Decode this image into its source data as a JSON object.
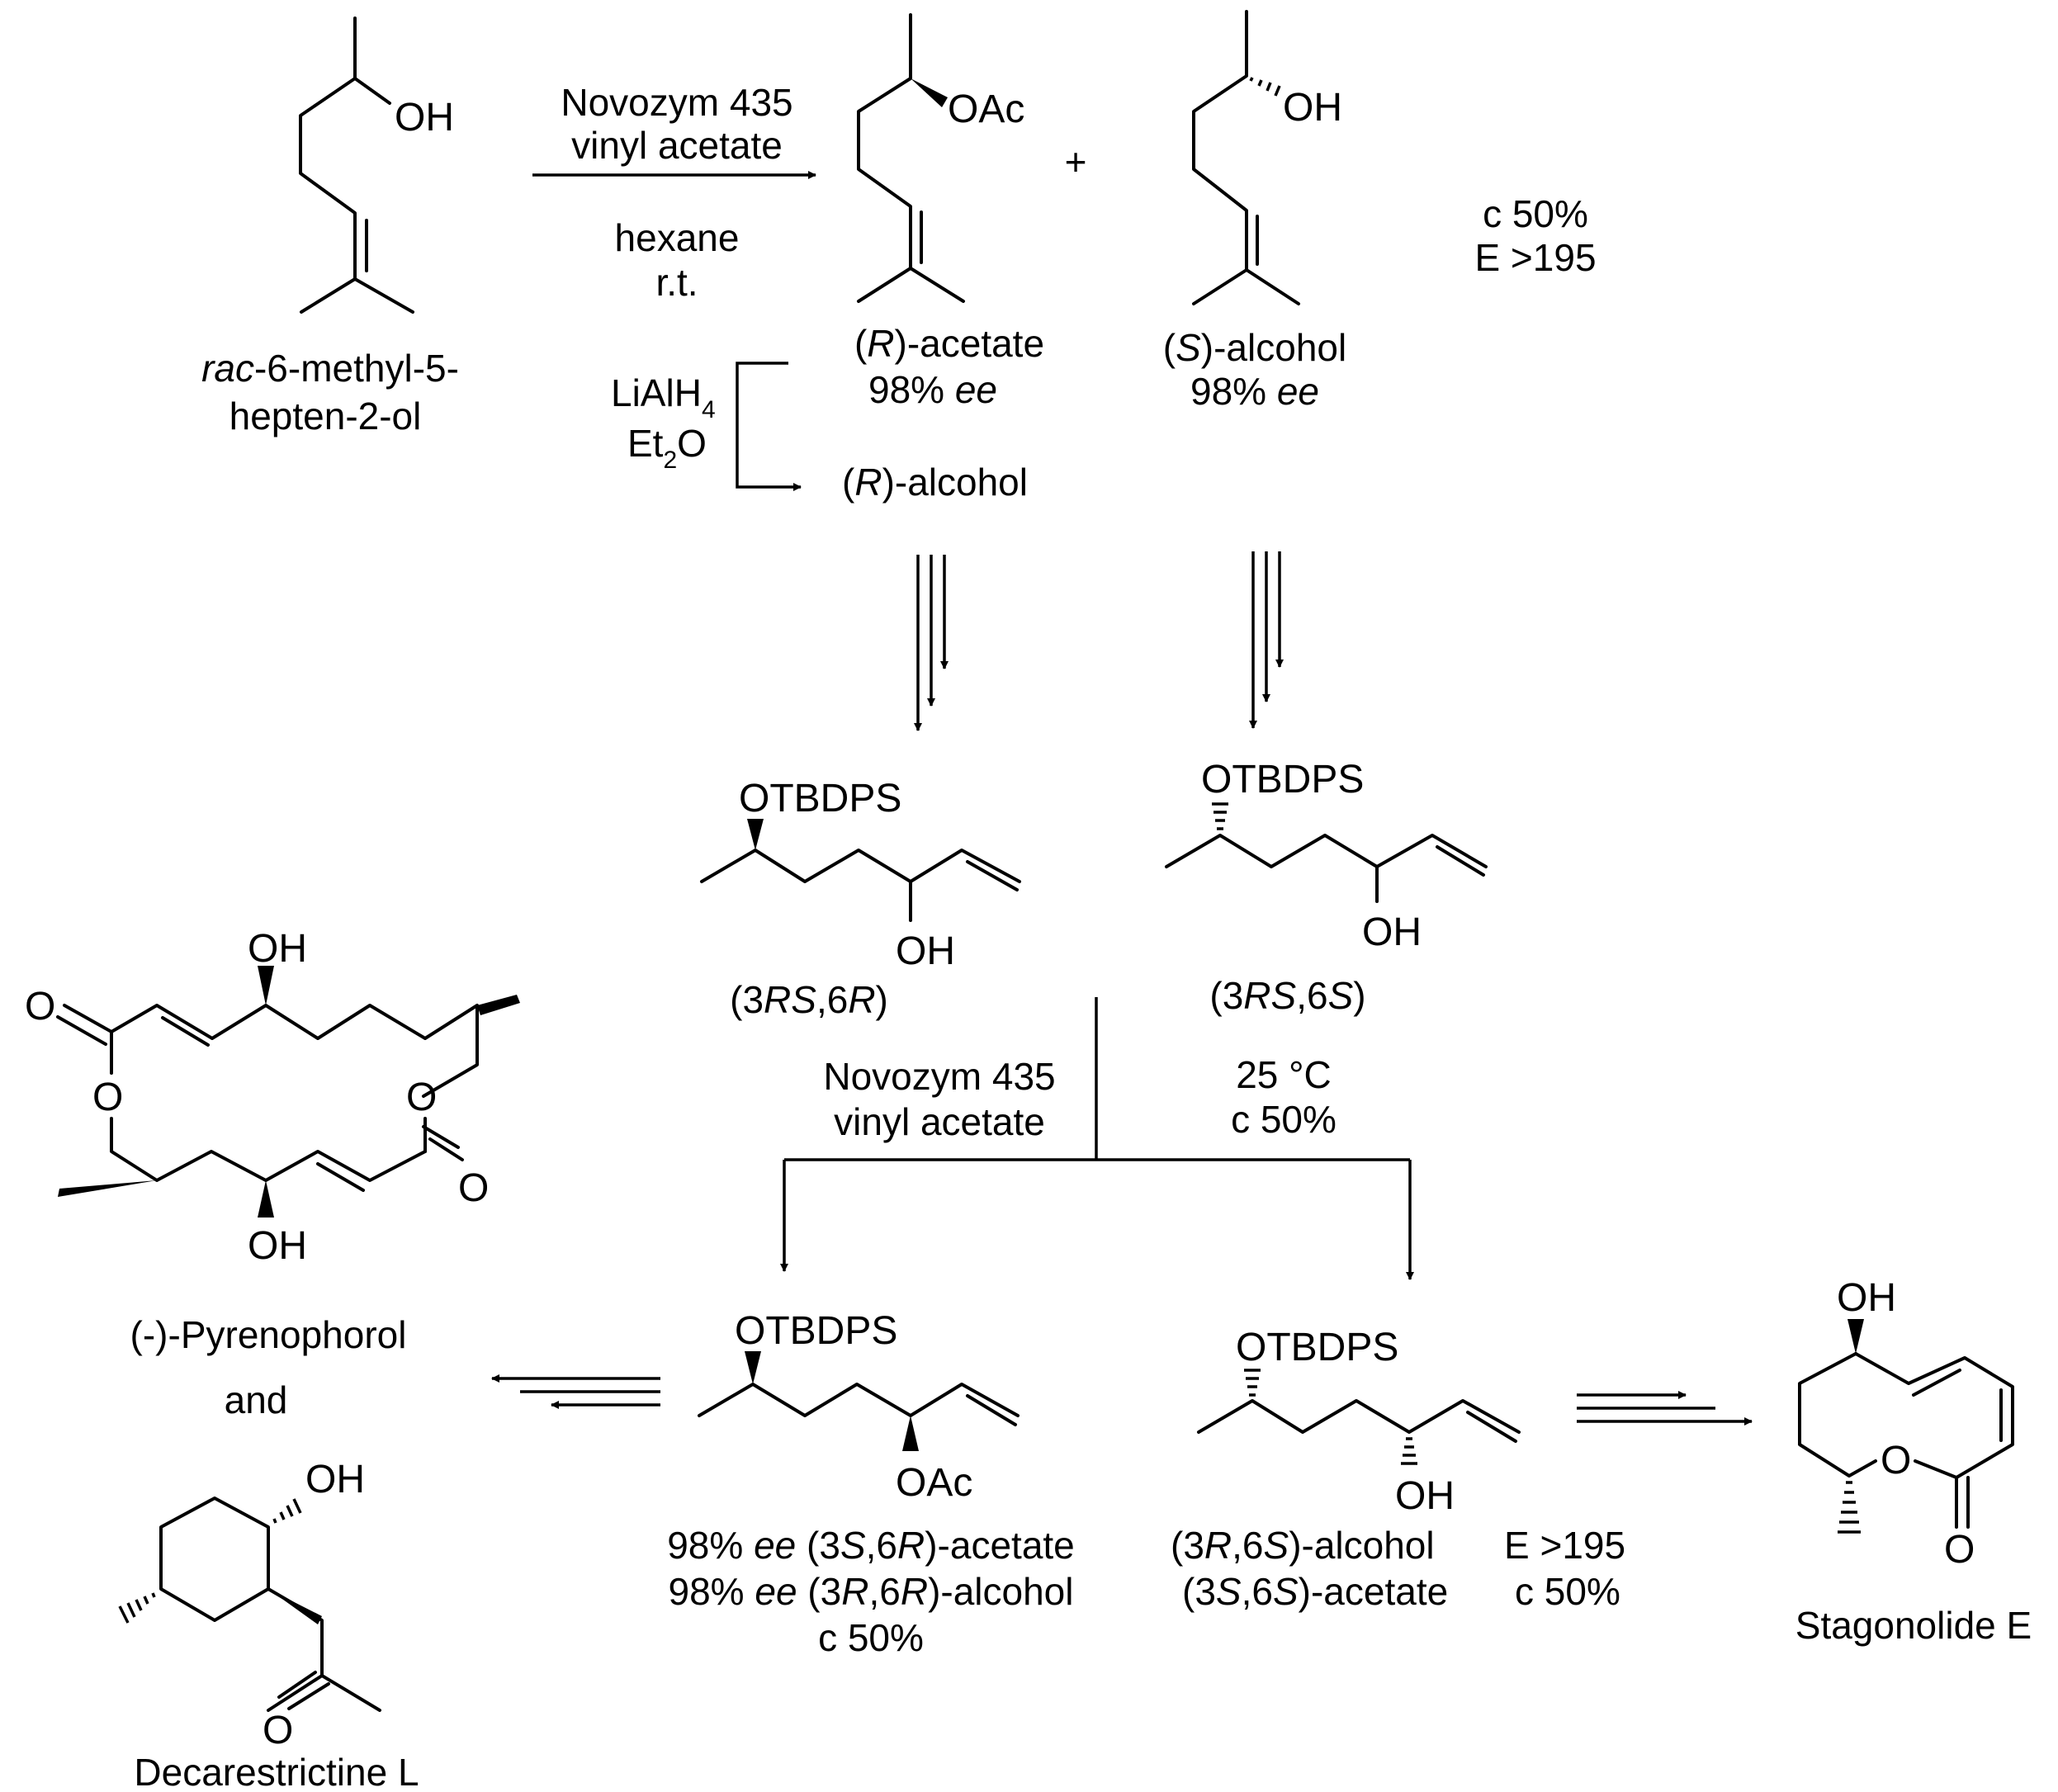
{
  "reaction1": {
    "reagent_top1": "Novozym 435",
    "reagent_top2": "vinyl acetate",
    "reagent_bottom1": "hexane",
    "reagent_bottom2": "r.t."
  },
  "start": {
    "oh": "OH",
    "name_prefix": "rac",
    "name_line1": "-6-methyl-5-",
    "name_line2": "hepten-2-ol"
  },
  "product_acetate": {
    "oac": "OAc",
    "label_open": "(",
    "label_config": "R",
    "label_rest": ")-acetate",
    "ee_value": "98% ",
    "ee_unit": "ee"
  },
  "plus": "+",
  "product_alcohol": {
    "oh": "OH",
    "label_open": "(",
    "label_config": "S",
    "label_rest": ")-alcohol",
    "ee_value": "98% ",
    "ee_unit": "ee"
  },
  "result1": {
    "conversion": "c 50%",
    "e_value": "E >195"
  },
  "reduction": {
    "reagent1_main": "LiAlH",
    "reagent1_sub": "4",
    "reagent2_pre": "Et",
    "reagent2_sub": "2",
    "reagent2_post": "O",
    "product_open": "(",
    "product_config": "R",
    "product_rest": ")-alcohol"
  },
  "intermediate_r": {
    "otbdps": "OTBDPS",
    "oh": "OH",
    "label_p1": "(3",
    "label_i1": "RS",
    "label_p2": ",6",
    "label_i2": "R",
    "label_p3": ")"
  },
  "intermediate_s": {
    "otbdps": "OTBDPS",
    "oh": "OH",
    "label_p1": "(3",
    "label_i1": "RS",
    "label_p2": ",6",
    "label_i2": "S",
    "label_p3": ")"
  },
  "reaction2": {
    "reagent1": "Novozym 435",
    "reagent2": "vinyl acetate",
    "condition1": "25 °C",
    "condition2": "c 50%"
  },
  "product_r_series": {
    "otbdps": "OTBDPS",
    "oac": "OAc",
    "line1_value": "98% ",
    "line1_unit": "ee",
    "line1_p1": " (3",
    "line1_i1": "S",
    "line1_p2": ",6",
    "line1_i2": "R",
    "line1_p3": ")-acetate",
    "line2_value": "98% ",
    "line2_unit": "ee",
    "line2_p1": " (3",
    "line2_i1": "R",
    "line2_p2": ",6",
    "line2_i2": "R",
    "line2_p3": ")-alcohol",
    "line3": "c 50%"
  },
  "product_s_series": {
    "otbdps": "OTBDPS",
    "oh": "OH",
    "line1_p1": "(3",
    "line1_i1": "R",
    "line1_p2": ",6",
    "line1_i2": "S",
    "line1_p3": ")-alcohol",
    "line1_e": "E >195",
    "line2_p1": "(3",
    "line2_i1": "S",
    "line2_p2": ",6",
    "line2_i2": "S",
    "line2_p3": ")-acetate",
    "line2_c": "c 50%"
  },
  "pyrenophorol": {
    "oh_top": "OH",
    "oh_bottom": "OH",
    "o_ring_left": "O",
    "o_ring_right": "O",
    "o_carbonyl_left": "O",
    "o_carbonyl_right": "O",
    "name": "(-)-Pyrenophorol",
    "and": "and"
  },
  "decarestrictine": {
    "oh": "OH",
    "o": "O",
    "name": "Decarestrictine L"
  },
  "stagonolide": {
    "oh": "OH",
    "o_ring": "O",
    "o_carbonyl": "O",
    "name": "Stagonolide E"
  }
}
